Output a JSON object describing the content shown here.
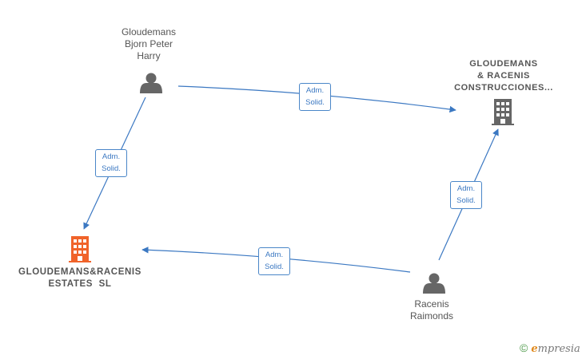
{
  "nodes": {
    "person_gloudemans": {
      "label_lines": [
        "Gloudemans",
        "Bjorn Peter",
        "Harry"
      ]
    },
    "company_construcciones": {
      "label_lines": [
        "GLOUDEMANS",
        "& RACENIS",
        "CONSTRUCCIONES..."
      ]
    },
    "company_estates": {
      "label_lines": [
        "GLOUDEMANS&RACENIS",
        "ESTATES  SL"
      ]
    },
    "person_racenis": {
      "label_lines": [
        "Racenis",
        "Raimonds"
      ]
    }
  },
  "edges": [
    {
      "from": "person_gloudemans",
      "to": "company_construcciones",
      "label_lines": [
        "Adm.",
        "Solid."
      ]
    },
    {
      "from": "person_gloudemans",
      "to": "company_estates",
      "label_lines": [
        "Adm.",
        "Solid."
      ]
    },
    {
      "from": "person_racenis",
      "to": "company_construcciones",
      "label_lines": [
        "Adm.",
        "Solid."
      ]
    },
    {
      "from": "person_racenis",
      "to": "company_estates",
      "label_lines": [
        "Adm.",
        "Solid."
      ]
    }
  ],
  "colors": {
    "edge": "#3b78c2",
    "person_icon": "#666666",
    "company_icon": "#666666",
    "highlight_company_icon": "#f0632a"
  },
  "icons": {
    "person": "person-icon",
    "company": "building-icon"
  },
  "brand": {
    "copyright": "©",
    "e": "e",
    "rest": "mpresia"
  }
}
